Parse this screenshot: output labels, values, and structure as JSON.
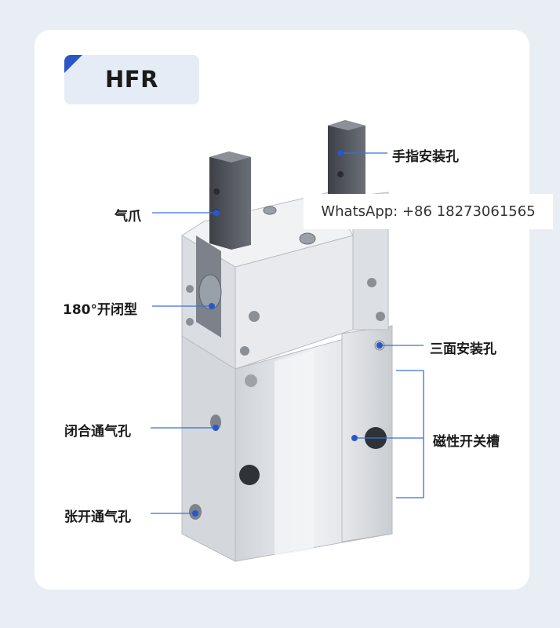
{
  "title": "HFR",
  "labels": {
    "finger_mount_hole": "手指安装孔",
    "air_claw": "气爪",
    "open_close_180": "180°开闭型",
    "three_side_mount_hole": "三面安装孔",
    "close_air_port": "闭合通气孔",
    "magnetic_switch_slot": "磁性开关槽",
    "open_air_port": "张开通气孔"
  },
  "watermark": "WhatsApp: +86 18273061565",
  "colors": {
    "background": "#e9eef5",
    "card": "#ffffff",
    "accent": "#2a57c7",
    "leader_line": "#3b6fd8",
    "title_box": "#e6ecf6"
  }
}
